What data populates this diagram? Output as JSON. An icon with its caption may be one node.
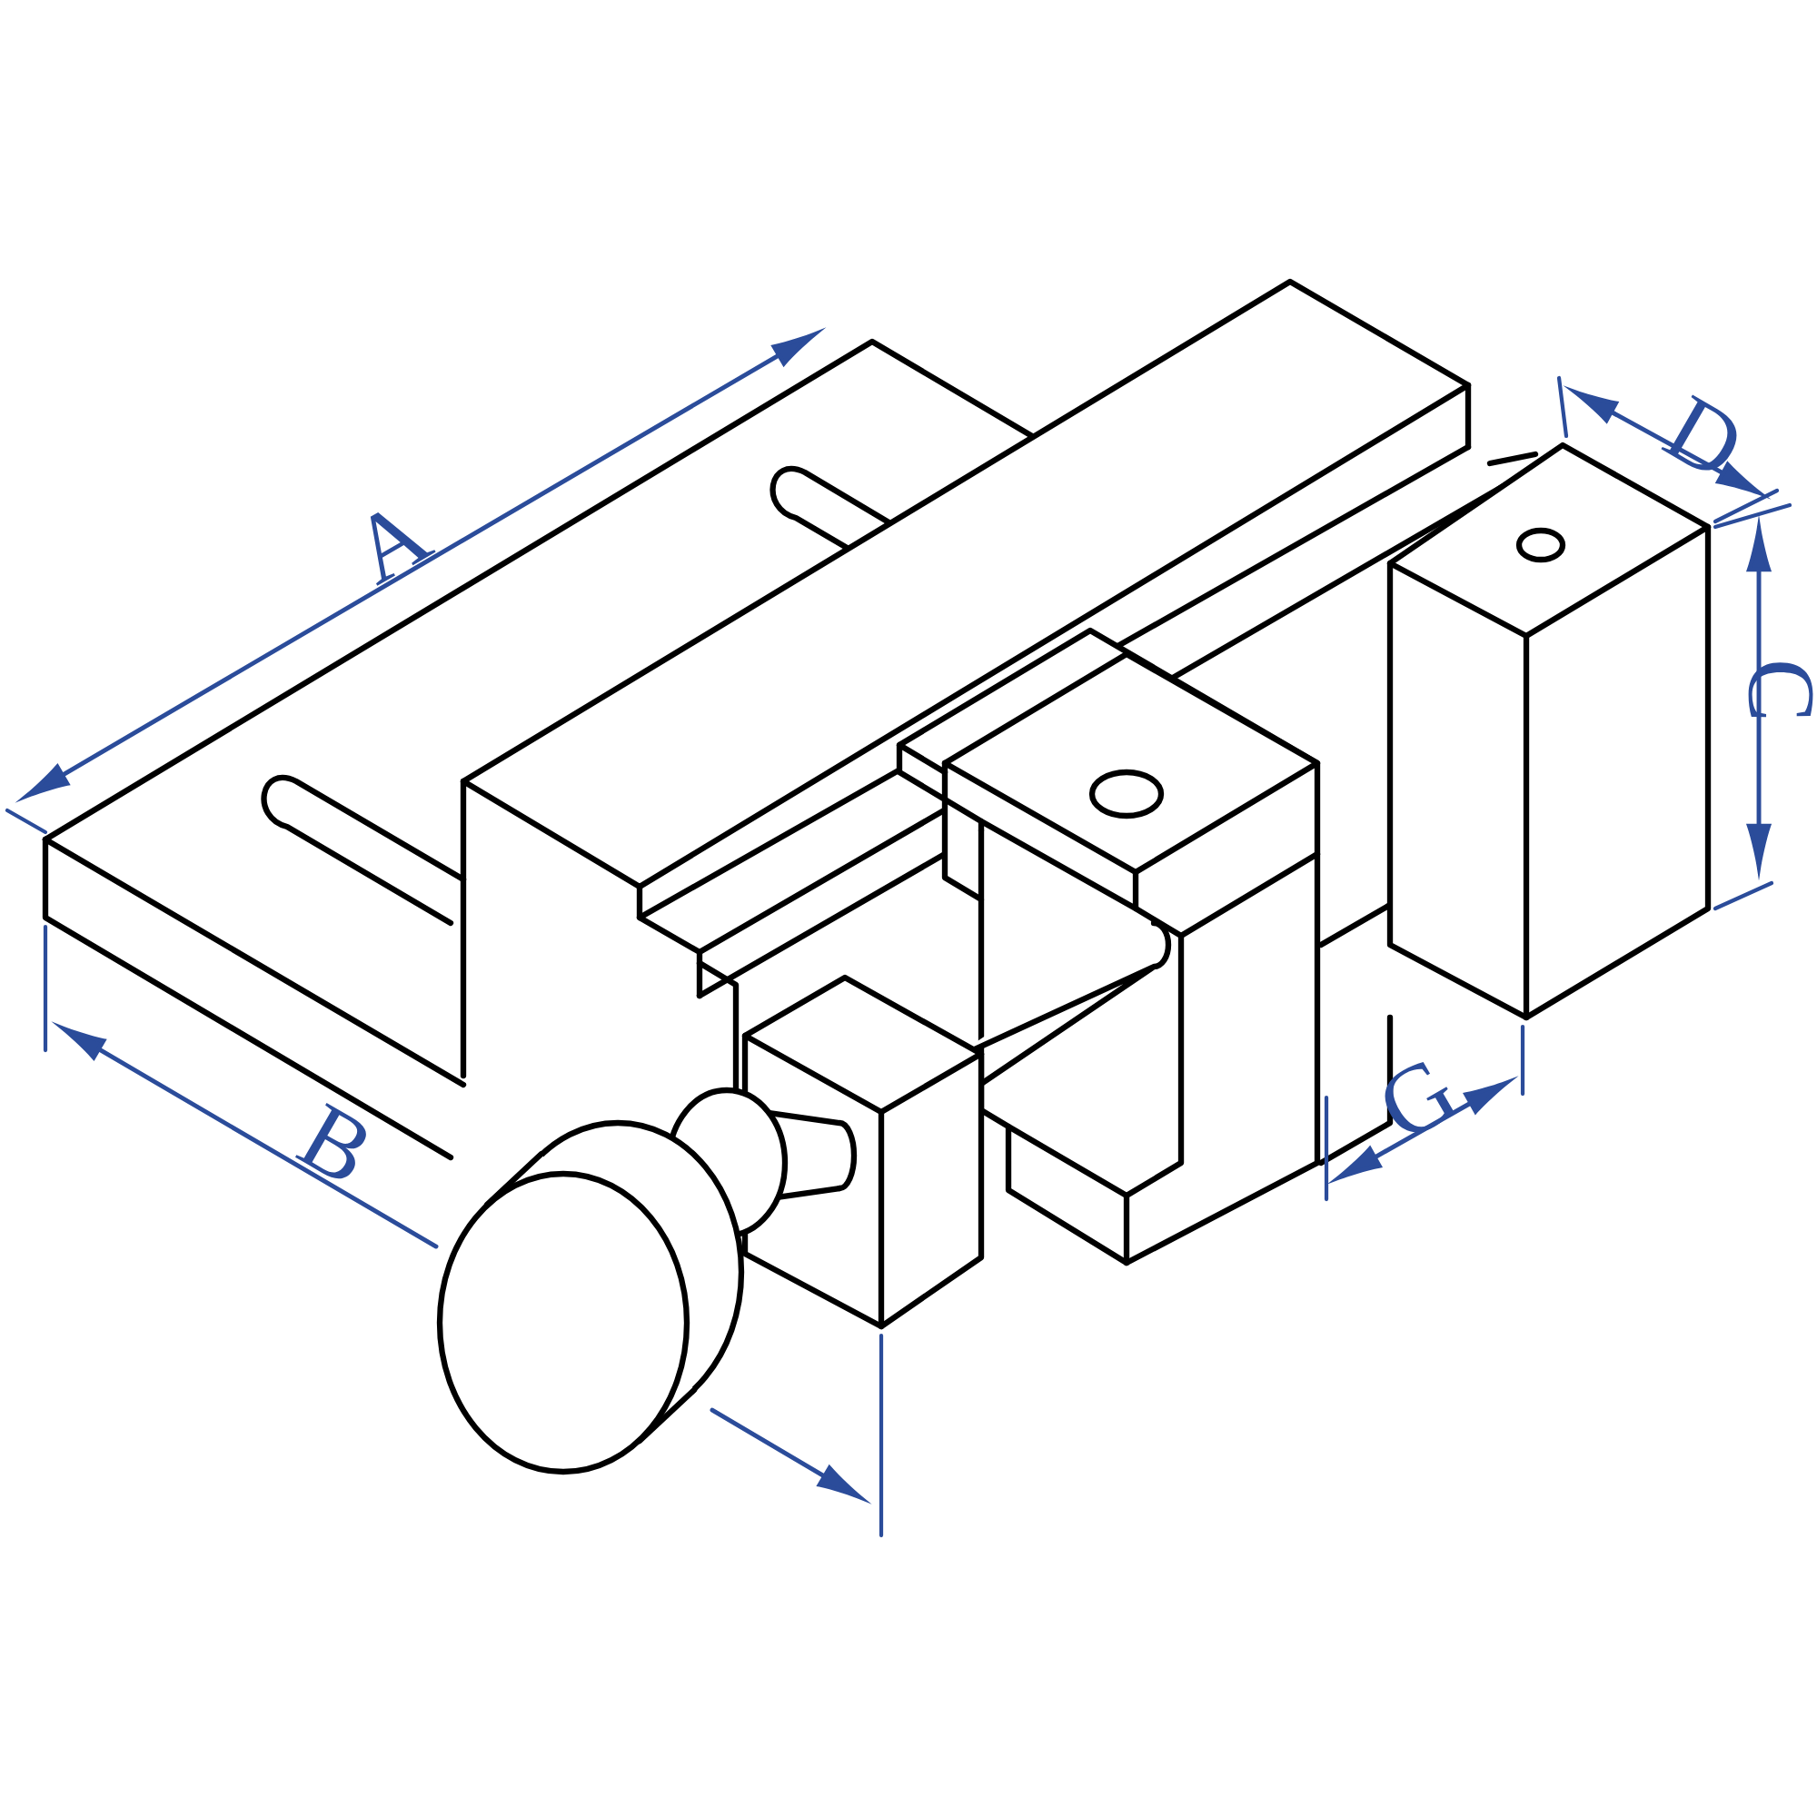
{
  "diagram": {
    "labels": [
      "D",
      "A",
      "C",
      "G",
      "B"
    ]
  }
}
